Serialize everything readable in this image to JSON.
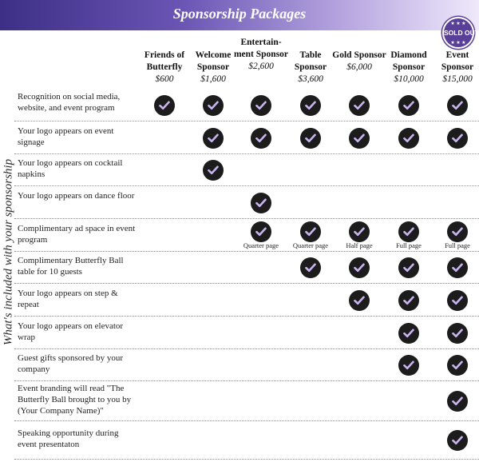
{
  "header": {
    "title": "Sponsorship Packages",
    "badge": "SOLD OUT",
    "badge_stars": "★ ★ ★"
  },
  "side_label": "What's included with your sponsorship",
  "packages": [
    {
      "name": "Friends of Butterfly",
      "price": "$600"
    },
    {
      "name": "Welcome Sponsor",
      "price": "$1,600"
    },
    {
      "name": "Entertain-ment Sponsor",
      "price": "$2,600"
    },
    {
      "name": "Table Sponsor",
      "price": "$3,600"
    },
    {
      "name": "Gold Sponsor",
      "price": "$6,000"
    },
    {
      "name": "Diamond Sponsor",
      "price": "$10,000"
    },
    {
      "name": "Event Sponsor",
      "price": "$15,000"
    }
  ],
  "benefits": [
    {
      "label": "Recognition on social media, website, and event program",
      "checks": [
        1,
        1,
        1,
        1,
        1,
        1,
        1
      ],
      "notes": [
        "",
        "",
        "",
        "",
        "",
        "",
        ""
      ]
    },
    {
      "label": "Your logo appears on event signage",
      "checks": [
        0,
        1,
        1,
        1,
        1,
        1,
        1
      ],
      "notes": [
        "",
        "",
        "",
        "",
        "",
        "",
        ""
      ]
    },
    {
      "label": "Your logo appears on cocktail napkins",
      "checks": [
        0,
        1,
        0,
        0,
        0,
        0,
        0
      ],
      "notes": [
        "",
        "",
        "",
        "",
        "",
        "",
        ""
      ]
    },
    {
      "label": "Your logo appears on dance floor",
      "checks": [
        0,
        0,
        1,
        0,
        0,
        0,
        0
      ],
      "notes": [
        "",
        "",
        "",
        "",
        "",
        "",
        ""
      ]
    },
    {
      "label": "Complimentary ad space in event program",
      "checks": [
        0,
        0,
        1,
        1,
        1,
        1,
        1
      ],
      "notes": [
        "",
        "",
        "Quarter page",
        "Quarter page",
        "Half page",
        "Full page",
        "Full page"
      ]
    },
    {
      "label": "Complimentary Butterfly Ball table for 10 guests",
      "checks": [
        0,
        0,
        0,
        1,
        1,
        1,
        1
      ],
      "notes": [
        "",
        "",
        "",
        "",
        "",
        "",
        ""
      ]
    },
    {
      "label": "Your logo appears on step & repeat",
      "checks": [
        0,
        0,
        0,
        0,
        1,
        1,
        1
      ],
      "notes": [
        "",
        "",
        "",
        "",
        "",
        "",
        ""
      ]
    },
    {
      "label": "Your logo appears on elevator wrap",
      "checks": [
        0,
        0,
        0,
        0,
        0,
        1,
        1
      ],
      "notes": [
        "",
        "",
        "",
        "",
        "",
        "",
        ""
      ]
    },
    {
      "label": "Guest gifts sponsored by your company",
      "checks": [
        0,
        0,
        0,
        0,
        0,
        1,
        1
      ],
      "notes": [
        "",
        "",
        "",
        "",
        "",
        "",
        ""
      ]
    },
    {
      "label": "Event branding will read \"The Butterfly Ball brought to you by (Your Company Name)\"",
      "checks": [
        0,
        0,
        0,
        0,
        0,
        0,
        1
      ],
      "notes": [
        "",
        "",
        "",
        "",
        "",
        "",
        ""
      ]
    },
    {
      "label": "Speaking opportunity during event presentaton",
      "checks": [
        0,
        0,
        0,
        0,
        0,
        0,
        1
      ],
      "notes": [
        "",
        "",
        "",
        "",
        "",
        "",
        ""
      ]
    }
  ],
  "colors": {
    "banner_start": "#3d2f86",
    "check_fill": "#1c1c1c",
    "check_mark": "#c9b4f0",
    "badge": "#5a3f99"
  }
}
